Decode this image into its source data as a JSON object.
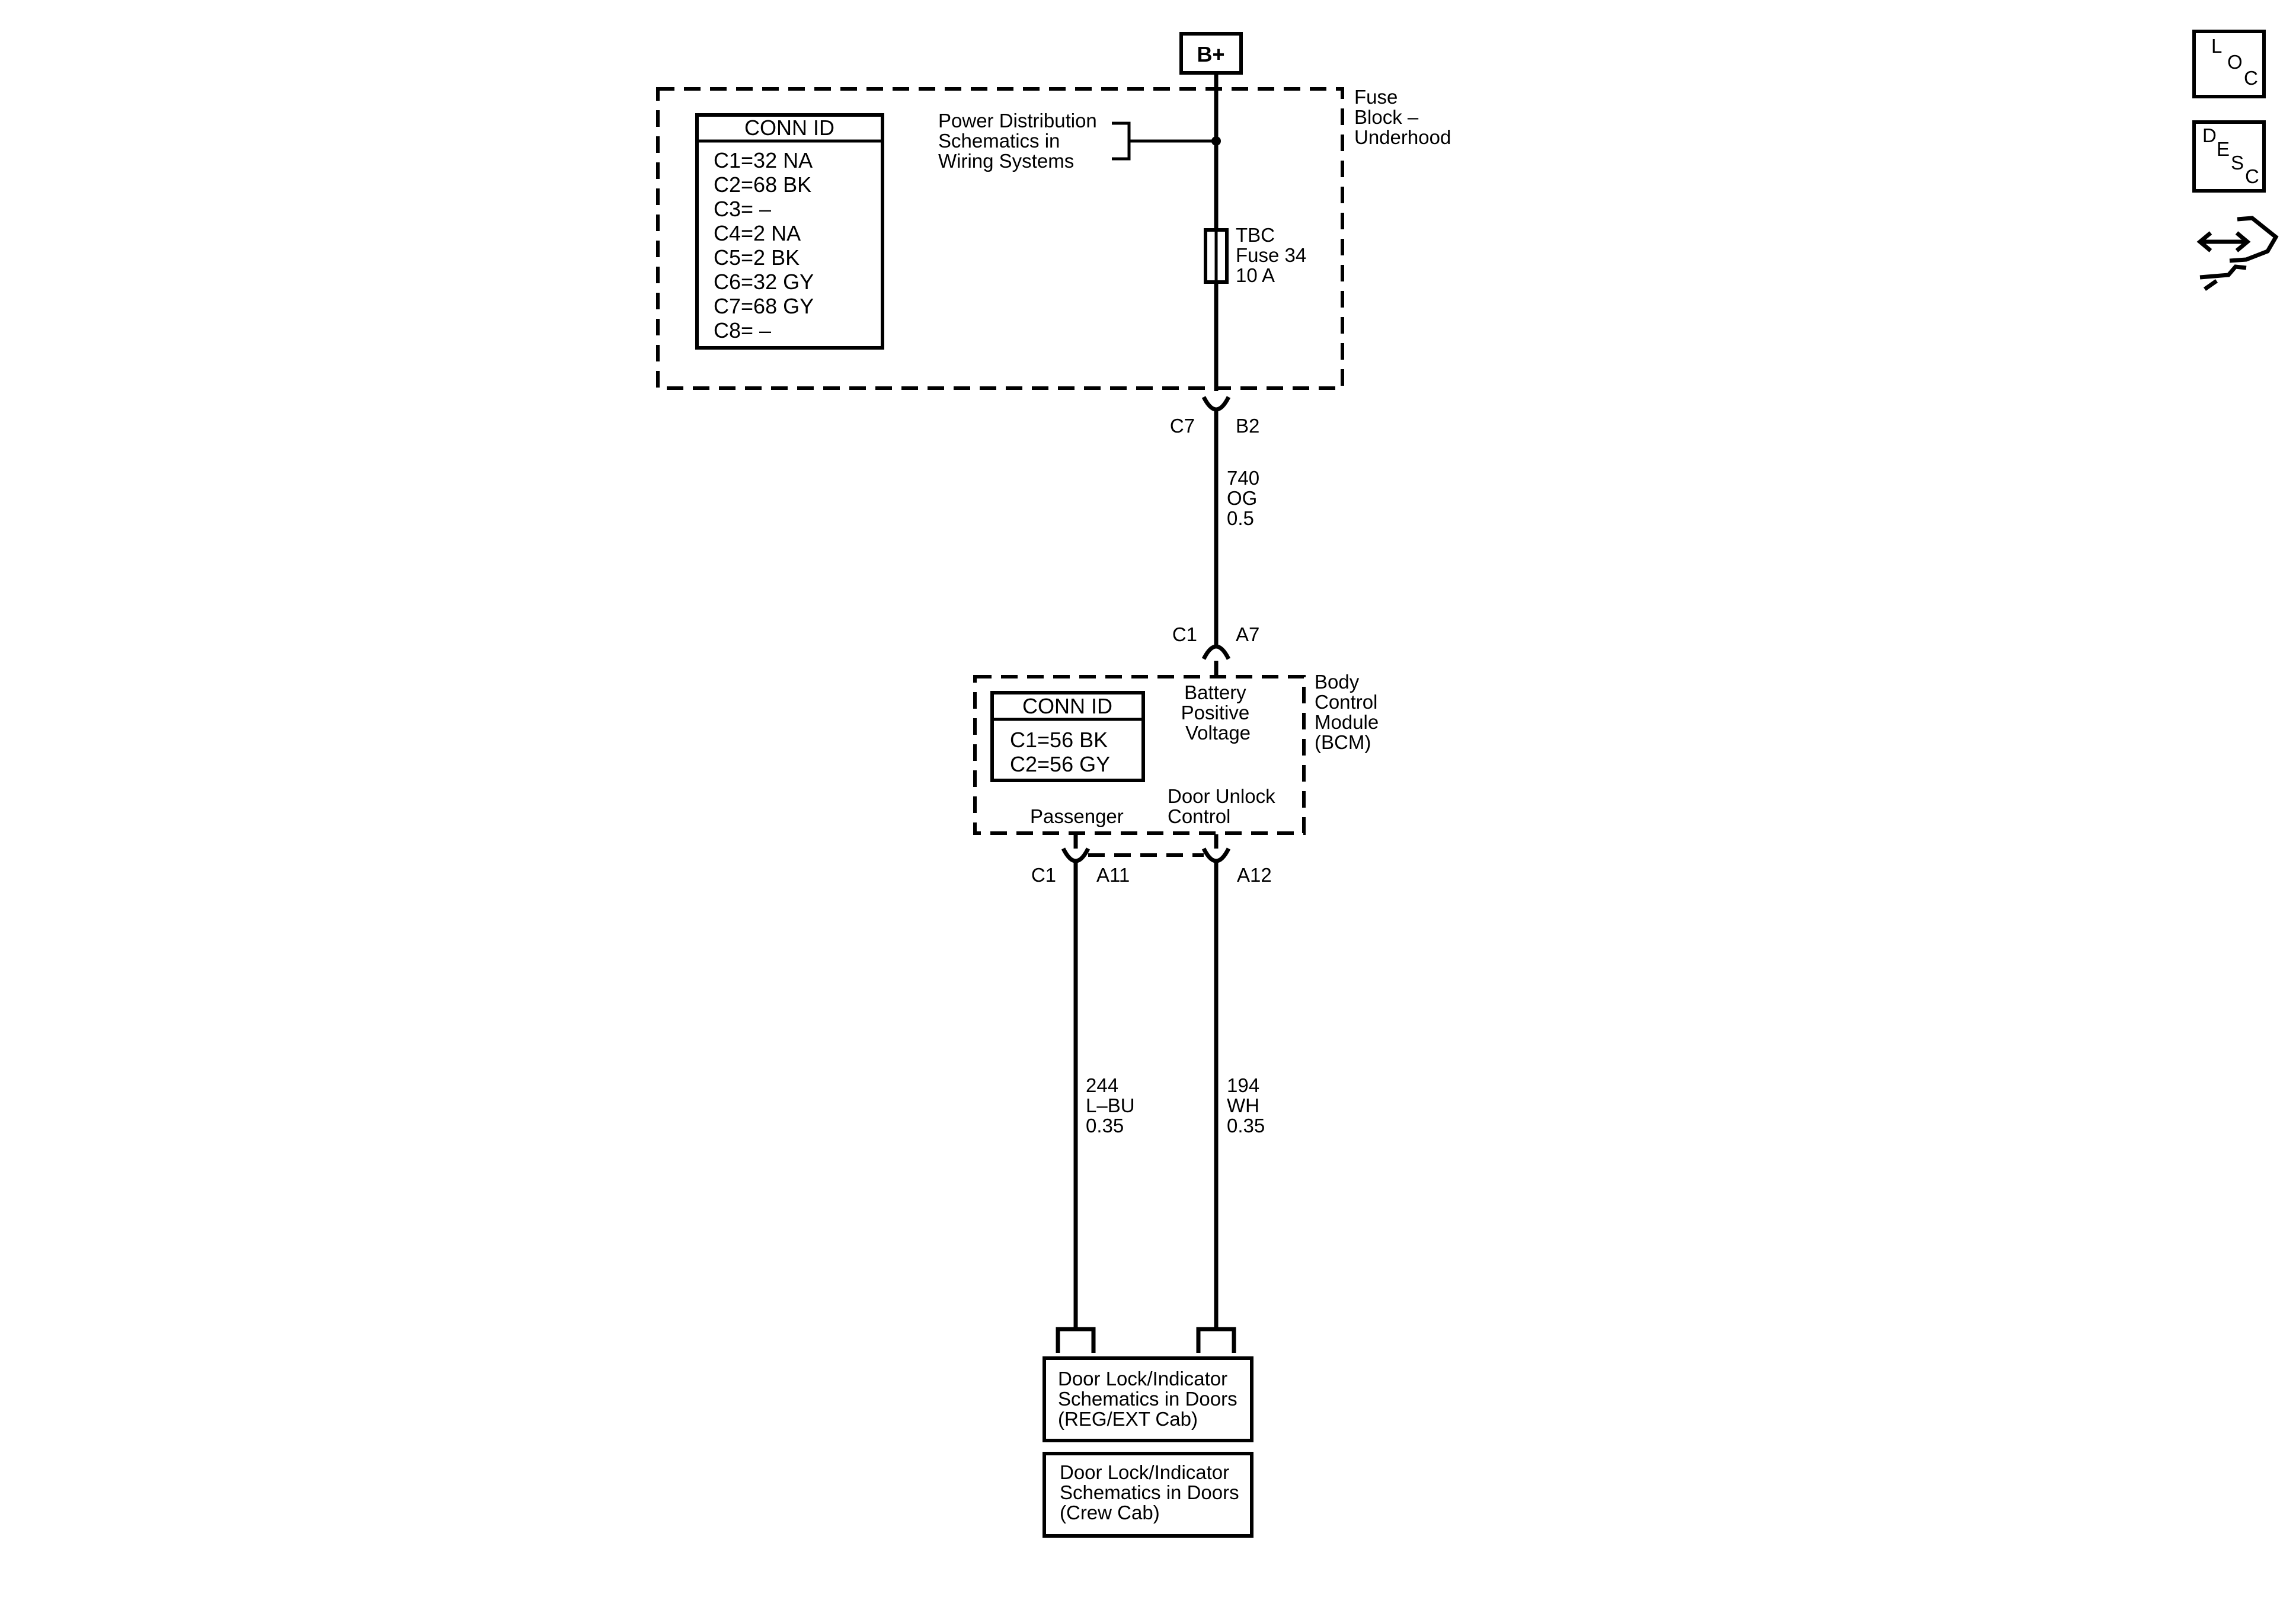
{
  "battery": {
    "label": "B+"
  },
  "fuse_block": {
    "name_lines": [
      "Fuse",
      "Block –",
      "Underhood"
    ],
    "conn_id_title": "CONN ID",
    "conn_ids": [
      "C1=32 NA",
      "C2=68 BK",
      "C3= –",
      "C4=2 NA",
      "C5=2 BK",
      "C6=32 GY",
      "C7=68 GY",
      "C8= –"
    ],
    "power_ref_lines": [
      "Power Distribution",
      "Schematics in",
      "Wiring Systems"
    ],
    "fuse_lines": [
      "TBC",
      "Fuse 34",
      "10 A"
    ],
    "out_connector": "C7",
    "out_pin": "B2"
  },
  "wire_740": {
    "lines": [
      "740",
      "OG",
      "0.5"
    ]
  },
  "bcm": {
    "name_lines": [
      "Body",
      "Control",
      "Module",
      "(BCM)"
    ],
    "conn_id_title": "CONN ID",
    "conn_ids": [
      "C1=56 BK",
      "C2=56 GY"
    ],
    "in_connector": "C1",
    "in_pin": "A7",
    "battery_lines": [
      "Battery",
      "Positive",
      "Voltage"
    ],
    "passenger_label": "Passenger",
    "door_unlock_lines": [
      "Door Unlock",
      "Control"
    ],
    "out_connector": "C1",
    "pin_a11": "A11",
    "pin_a12": "A12"
  },
  "wire_244": {
    "lines": [
      "244",
      "L–BU",
      "0.35"
    ]
  },
  "wire_194": {
    "lines": [
      "194",
      "WH",
      "0.35"
    ]
  },
  "refs": {
    "reg_ext": [
      "Door Lock/Indicator",
      "Schematics in Doors",
      "(REG/EXT Cab)"
    ],
    "crew": [
      "Door Lock/Indicator",
      "Schematics in Doors",
      "(Crew Cab)"
    ]
  },
  "icons": [
    {
      "name": "loc-icon",
      "letters": [
        "L",
        "O",
        "C"
      ]
    },
    {
      "name": "desc-icon",
      "letters": [
        "D",
        "E",
        "S",
        "C"
      ]
    },
    {
      "name": "connector-repair-icon"
    }
  ]
}
